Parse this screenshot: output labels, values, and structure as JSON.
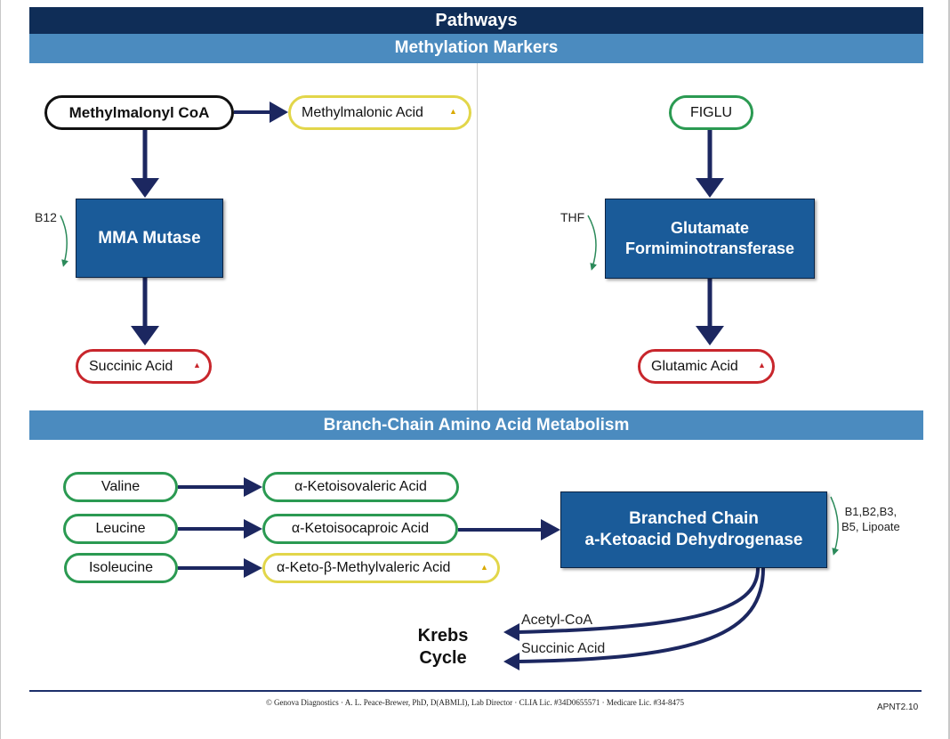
{
  "header": {
    "title": "Pathways",
    "section_methylation": "Methylation Markers",
    "section_bcaa": "Branch-Chain Amino Acid Metabolism"
  },
  "methylation": {
    "left": {
      "source": "Methylmalonyl CoA",
      "product_side": "Methylmalonic Acid",
      "product_side_flag": "▲",
      "enzyme": "MMA Mutase",
      "cofactor": "B12",
      "product": "Succinic Acid",
      "product_flag": "▲"
    },
    "right": {
      "source": "FIGLU",
      "enzyme_line1": "Glutamate",
      "enzyme_line2": "Formiminotransferase",
      "cofactor": "THF",
      "product": "Glutamic Acid",
      "product_flag": "▲"
    }
  },
  "bcaa": {
    "rows": [
      {
        "amino": "Valine",
        "keto": "α-Ketoisovaleric Acid",
        "flag": ""
      },
      {
        "amino": "Leucine",
        "keto": "α-Ketoisocaproic Acid",
        "flag": ""
      },
      {
        "amino": "Isoleucine",
        "keto": "α-Keto-β-Methylvaleric Acid",
        "flag": "▲"
      }
    ],
    "enzyme_line1": "Branched Chain",
    "enzyme_line2": "a-Ketoacid Dehydrogenase",
    "cofactor_line1": "B1,B2,B3,",
    "cofactor_line2": "B5, Lipoate",
    "output1": "Acetyl-CoA",
    "output2": "Succinic Acid",
    "krebs_line1": "Krebs",
    "krebs_line2": "Cycle"
  },
  "footer": {
    "credit": "© Genova Diagnostics · A. L. Peace-Brewer, PhD, D(ABMLI), Lab Director · CLIA Lic. #34D0655571 · Medicare Lic. #34-8475",
    "code": "APNT2.10"
  },
  "colors": {
    "header_dark": "#0f2d57",
    "header_light": "#4b8bbf",
    "enzyme_box": "#1a5b99",
    "arrow": "#1c2760",
    "pill_green": "#2b9a52",
    "pill_yellow": "#e2d64a",
    "pill_red": "#c8262c",
    "cofactor_arrow": "#2b8a5a"
  }
}
